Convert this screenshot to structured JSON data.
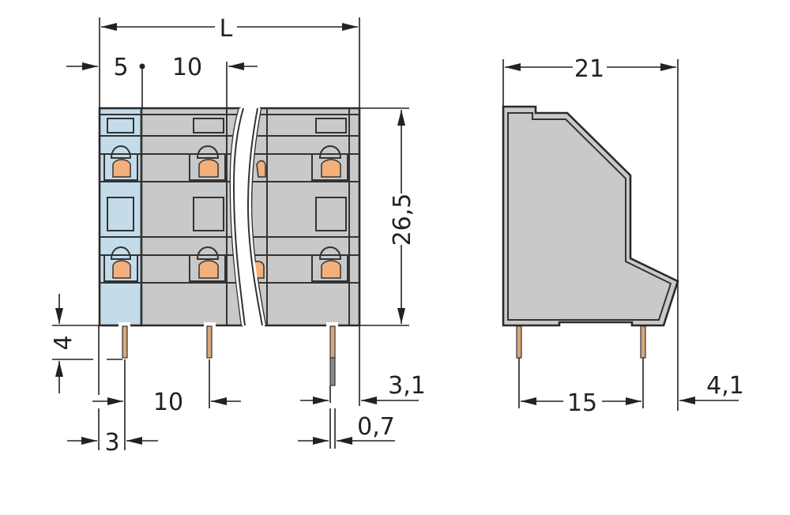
{
  "diagram": {
    "type": "technical-dimension-drawing",
    "subject": "two-level PCB terminal block",
    "colors": {
      "housing_gray": "#c9c9c9",
      "end_module_blue": "#c4dcea",
      "clamp_orange": "#f4b07a",
      "pin_copper": "#d9a77a",
      "line": "#222222",
      "background": "#ffffff"
    },
    "front_view": {
      "dimensions": {
        "overall_length": "L",
        "first_pitch": "5",
        "pitch": "10",
        "height": "26,5",
        "pin_length": "4",
        "pin_pitch": "10",
        "pin_offset": "3",
        "end_offset": "3,1",
        "pin_diameter": "0,7"
      }
    },
    "side_view": {
      "dimensions": {
        "depth": "21",
        "pin_spacing": "15",
        "rear_offset": "4,1"
      }
    }
  }
}
